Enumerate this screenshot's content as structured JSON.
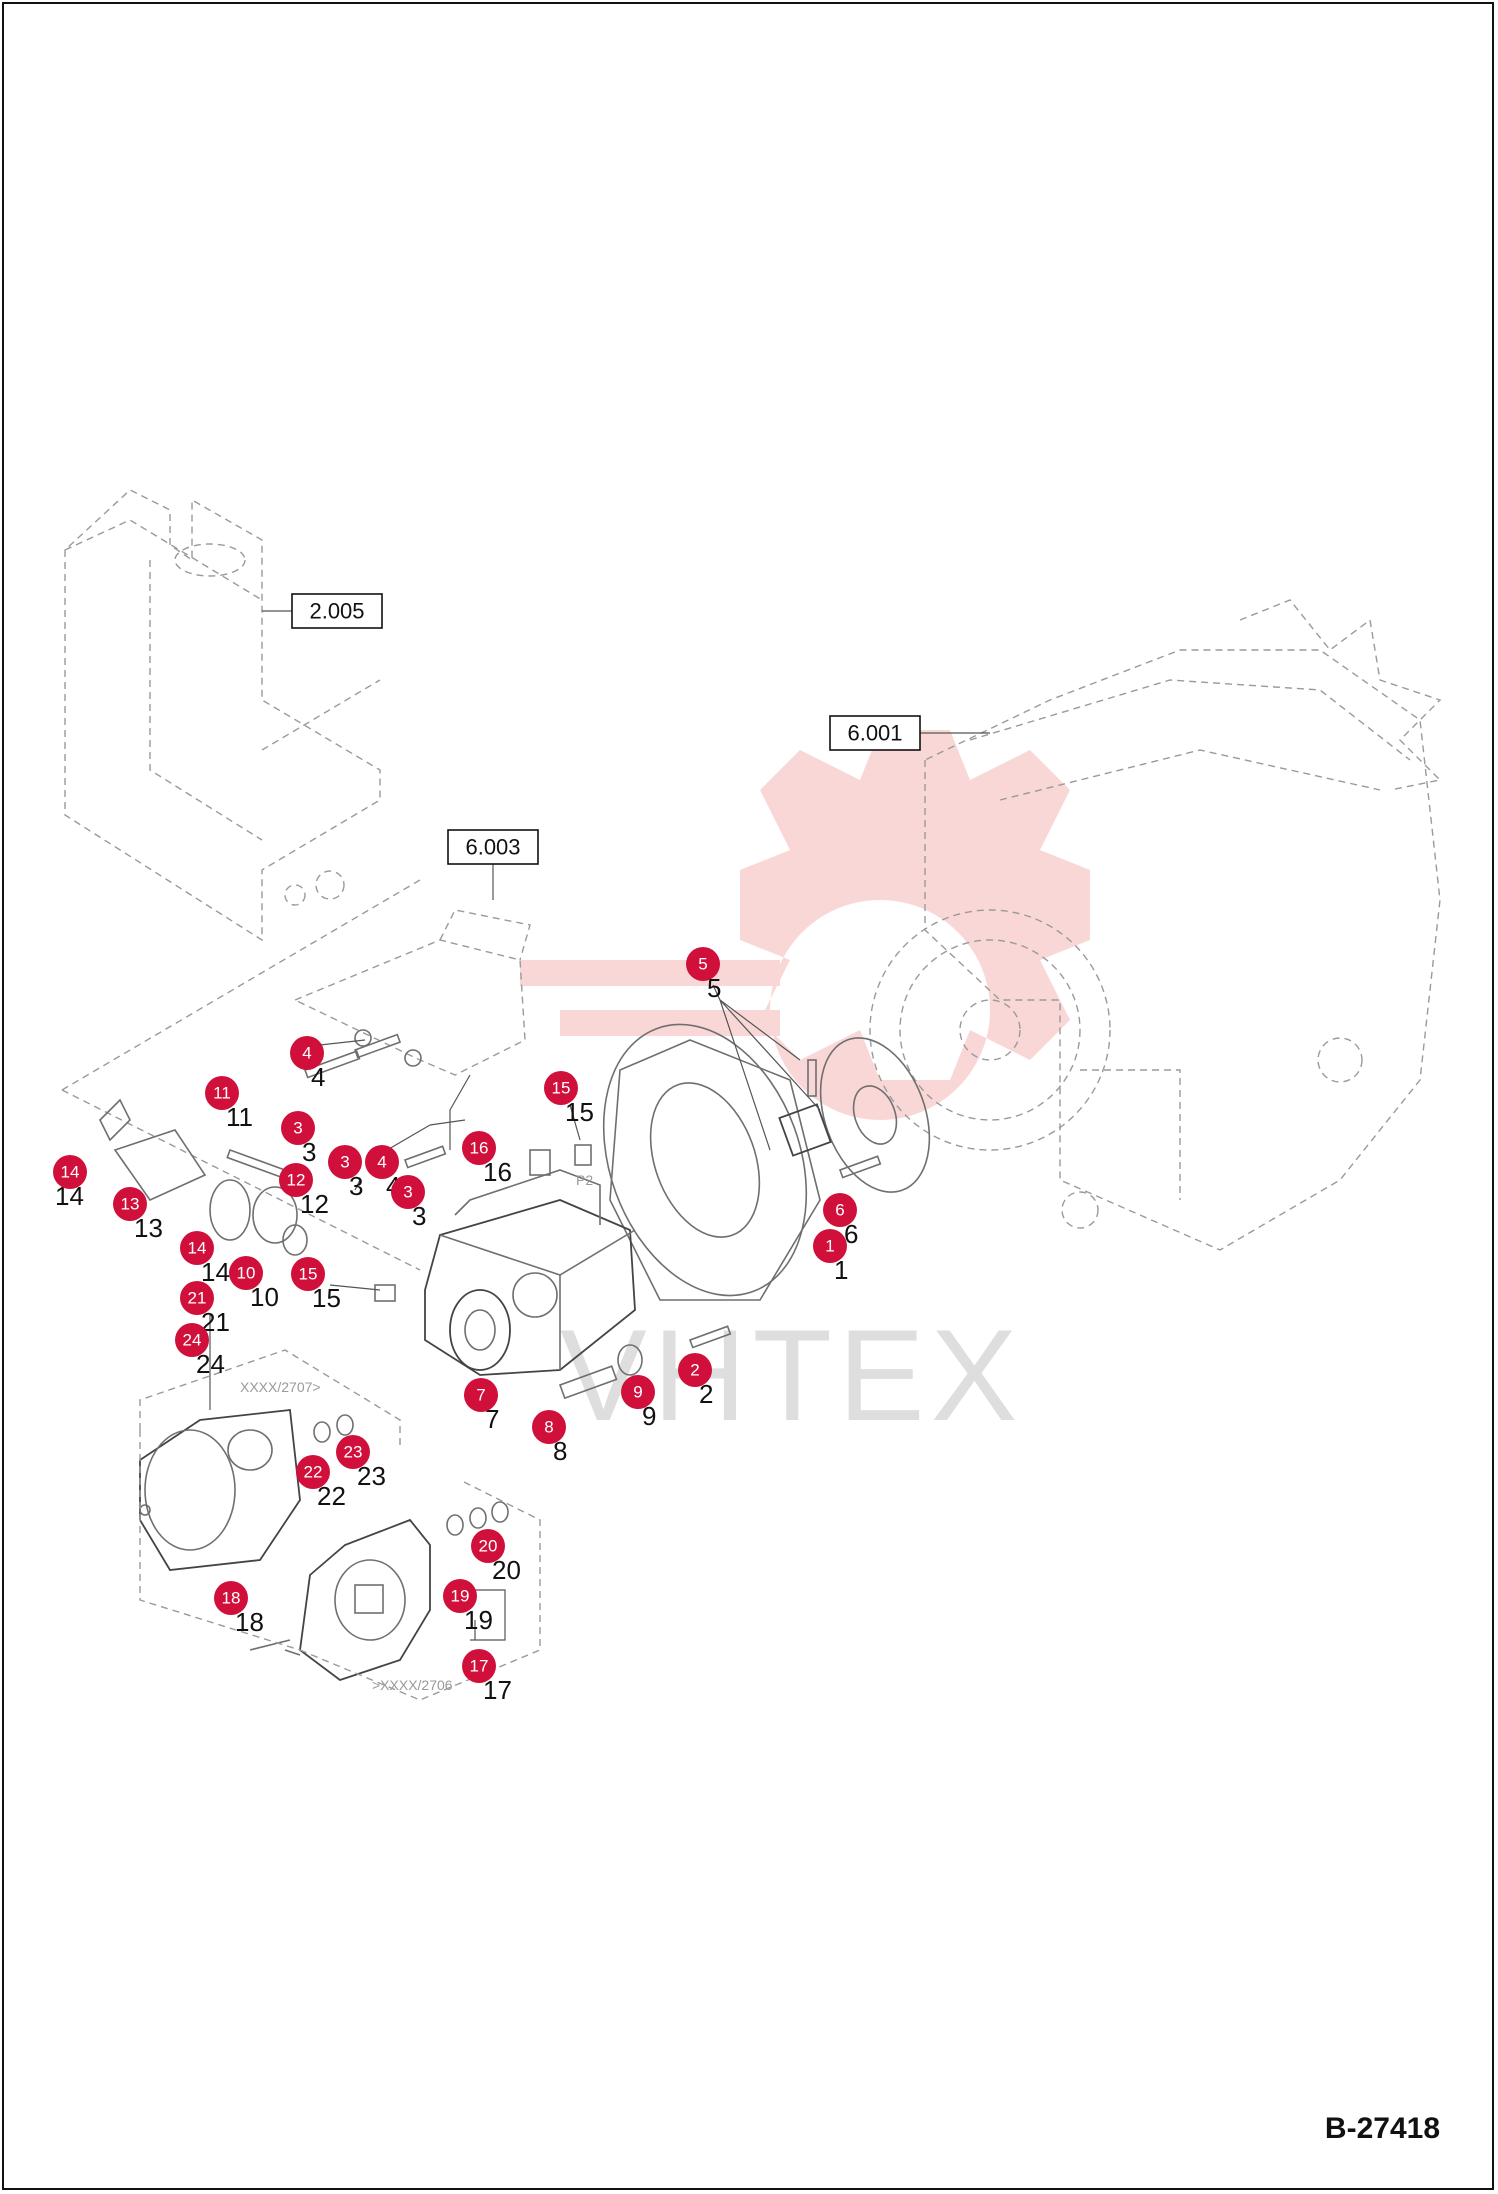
{
  "sheet": {
    "drawing_number": "B-27418"
  },
  "watermark": {
    "text": "VHTEX",
    "color": "#f4a7a7"
  },
  "colors": {
    "callout_fill": "#d0103a",
    "callout_text": "#ffffff",
    "line": "#111111",
    "ghost_line": "#9a9a9a"
  },
  "reference_boxes": [
    {
      "id": "ref-2005",
      "text": "2.005"
    },
    {
      "id": "ref-6001",
      "text": "6.001"
    },
    {
      "id": "ref-6003",
      "text": "6.003"
    }
  ],
  "notes": {
    "range_upper": "XXXX/2707>",
    "range_lower": ">XXXX/2706",
    "port_p2": "P2"
  },
  "callouts": [
    {
      "num": "5",
      "label": "5"
    },
    {
      "num": "4",
      "label": "4"
    },
    {
      "num": "15",
      "label": "15"
    },
    {
      "num": "11",
      "label": "11"
    },
    {
      "num": "3",
      "label": "3"
    },
    {
      "num": "3",
      "label": "3"
    },
    {
      "num": "4",
      "label": "4"
    },
    {
      "num": "16",
      "label": "16"
    },
    {
      "num": "14",
      "label": "14"
    },
    {
      "num": "12",
      "label": "12"
    },
    {
      "num": "3",
      "label": "3"
    },
    {
      "num": "13",
      "label": "13"
    },
    {
      "num": "6",
      "label": "6"
    },
    {
      "num": "14",
      "label": "14"
    },
    {
      "num": "1",
      "label": "1"
    },
    {
      "num": "10",
      "label": "10"
    },
    {
      "num": "15",
      "label": "15"
    },
    {
      "num": "21",
      "label": "21"
    },
    {
      "num": "24",
      "label": "24"
    },
    {
      "num": "2",
      "label": "2"
    },
    {
      "num": "7",
      "label": "7"
    },
    {
      "num": "9",
      "label": "9"
    },
    {
      "num": "8",
      "label": "8"
    },
    {
      "num": "23",
      "label": "23"
    },
    {
      "num": "22",
      "label": "22"
    },
    {
      "num": "20",
      "label": "20"
    },
    {
      "num": "18",
      "label": "18"
    },
    {
      "num": "19",
      "label": "19"
    },
    {
      "num": "17",
      "label": "17"
    }
  ]
}
